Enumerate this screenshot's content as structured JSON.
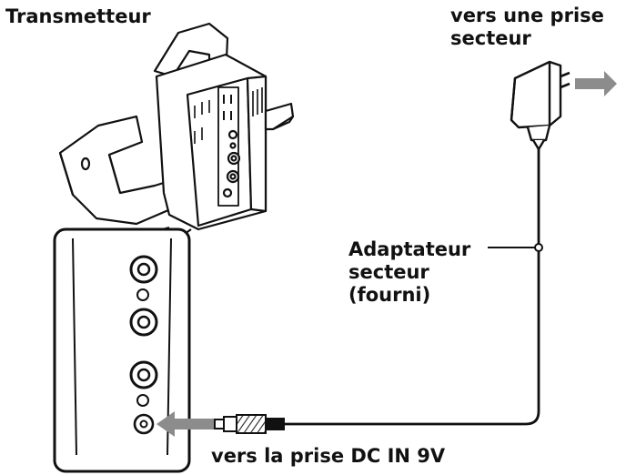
{
  "labels": {
    "transmitter": "Transmetteur",
    "outlet_line1": "vers une prise",
    "outlet_line2": "secteur",
    "adapter_line1": "Adaptateur",
    "adapter_line2": "secteur",
    "adapter_line3": "(fourni)",
    "dc_in": "vers la prise DC IN 9V"
  },
  "colors": {
    "line": "#111111",
    "arrow_gray": "#8c8c8c",
    "background": "#ffffff"
  }
}
